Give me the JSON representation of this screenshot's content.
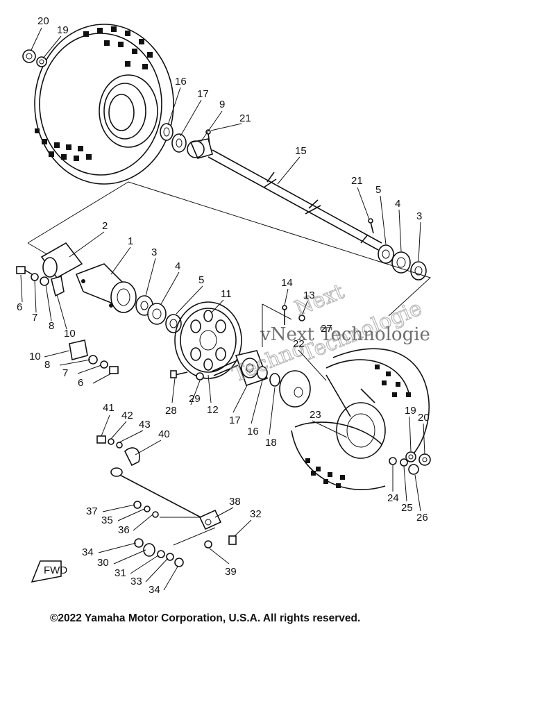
{
  "watermark": {
    "line1": "Next",
    "line2": "Technologie",
    "line3": "Techno",
    "line4": "vNext Technologie"
  },
  "copyright": "©2022 Yamaha Motor Corporation, U.S.A. All rights reserved.",
  "fwd_mark": "FWD",
  "callouts": [
    "20",
    "19",
    "16",
    "17",
    "9",
    "21",
    "15",
    "21",
    "5",
    "4",
    "3",
    "2",
    "1",
    "3",
    "4",
    "5",
    "11",
    "14",
    "13",
    "27",
    "22",
    "6",
    "7",
    "8",
    "10",
    "10",
    "8",
    "7",
    "6",
    "28",
    "29",
    "12",
    "17",
    "16",
    "18",
    "23",
    "19",
    "20",
    "41",
    "42",
    "43",
    "40",
    "24",
    "25",
    "26",
    "37",
    "38",
    "32",
    "35",
    "36",
    "34",
    "30",
    "31",
    "33",
    "34",
    "39"
  ]
}
